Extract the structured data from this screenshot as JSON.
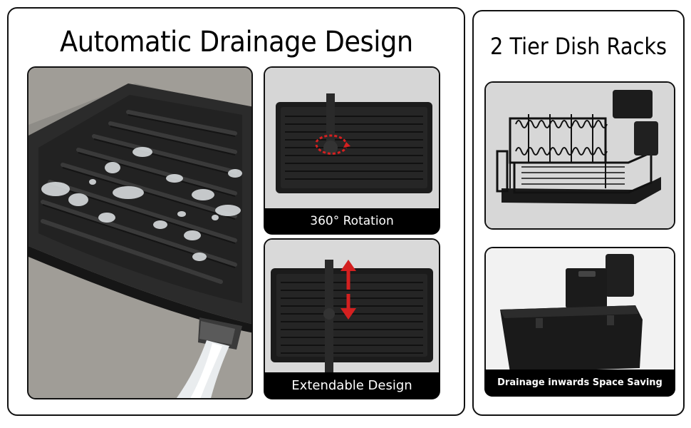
{
  "left_panel": {
    "title": "Automatic Drainage Design",
    "rotation_caption": "360° Rotation",
    "extend_caption": "Extendable Design"
  },
  "right_panel": {
    "title": "2 Tier Dish Racks",
    "holder_caption": "Drainage inwards Space Saving"
  },
  "colors": {
    "caption_background": "#000000",
    "caption_text": "#ffffff",
    "arrow_red": "#d42020"
  }
}
